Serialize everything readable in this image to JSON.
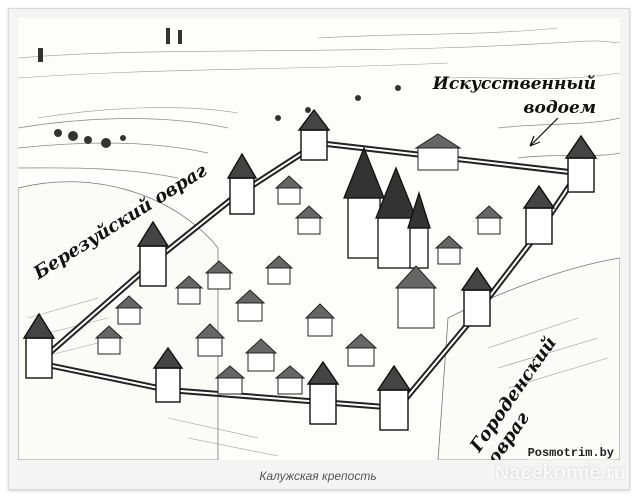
{
  "image": {
    "labels": {
      "artificial_pond_line1": "Искусственный",
      "artificial_pond_line2": "водоем",
      "berezuisky_ravine": "Березуйский овраг",
      "gorodensky_ravine": "Городенский овраг"
    },
    "watermark_site": "Posmotrim.by",
    "watermark_brand": "Nacekomie.ru"
  },
  "caption": "Калужская крепость"
}
